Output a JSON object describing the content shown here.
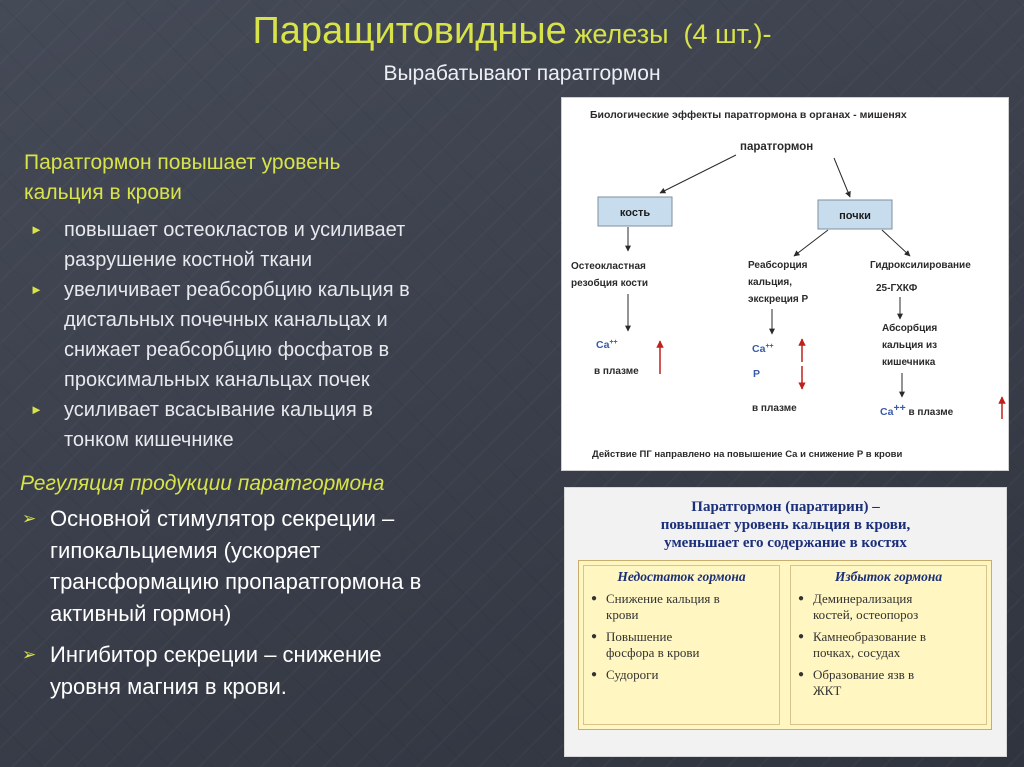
{
  "title": {
    "main": "Паращитовидные",
    "rest": " железы  (4 шт.)-",
    "subtitle": "Вырабатывают паратгормон"
  },
  "left": {
    "heading": "Паратгормон повышает уровень\nкальция в крови",
    "bullets": [
      "повышает остеокластов и усиливает\nразрушение костной ткани",
      "увеличивает реабсорбцию кальция в\nдистальных почечных канальцах и\nснижает реабсорбцию фосфатов в\nпроксимальных канальцах почек",
      "усиливает всасывание кальция в\nтонком кишечнике"
    ],
    "regulation_heading": "Регуляция продукции паратгормона",
    "regulation_items": [
      "Основной стимулятор секреции –\nгипокальциемия (ускоряет\nтрансформацию пропаратгормона в\nактивный гормон)",
      "Ингибитор секреции – снижение\nуровня магния в крови."
    ]
  },
  "diagram": {
    "heading": "Биологические эффекты паратгормона в органах - мишенях",
    "hormone": "паратгормон",
    "bone": "кость",
    "kidney": "почки",
    "col1_text": [
      "Остеокластная",
      "резобция кости"
    ],
    "col2_text": [
      "Реабсорция",
      "кальция,",
      "экскреция Р"
    ],
    "col3_text": [
      "Гидроксилирование",
      "25-ГХКФ"
    ],
    "col3_absorption": [
      "Абсорбция",
      "кальция из",
      "кишечника"
    ],
    "ca": "Ca",
    "p": "P",
    "superscript": "++",
    "plasma": "в плазме",
    "plasma_after_ca": " в плазме",
    "footer": "Действие ПГ направлено на повышение Са и снижение Р в крови"
  },
  "table_panel": {
    "title_lines": [
      "Паратгормон (паратирин) –",
      "повышает уровень кальция в крови,",
      "уменьшает его содержание в костях"
    ],
    "columns": [
      {
        "header": "Недостаток гормона",
        "items": [
          "Снижение кальция в\nкрови",
          "Повышение\nфосфора в крови",
          "Судороги"
        ]
      },
      {
        "header": "Избыток гормона",
        "items": [
          "Деминерализация\nкостей, остеопороз",
          "Камнеобразование в\nпочках, сосудах",
          "Образование язв в\nЖКТ"
        ]
      }
    ]
  },
  "colors": {
    "background": "#3a3e4a",
    "accent": "#d8e34a",
    "body_text": "#e7e9ed",
    "box_fill": "#c7dcec",
    "increase_arrow": "#c0201c",
    "panel_title": "#1b2f7a",
    "card_fill": "#fff6c2"
  }
}
